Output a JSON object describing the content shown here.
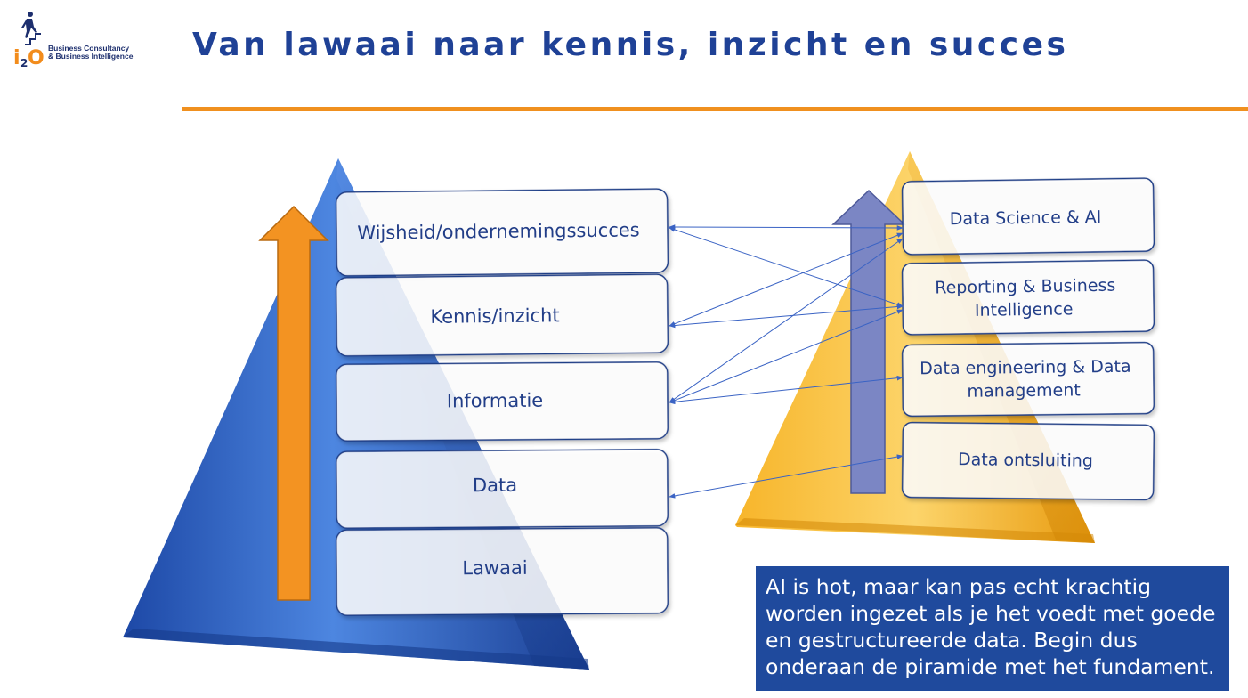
{
  "logo": {
    "mark": "i2O",
    "line1": "Business Consultancy",
    "line2": "& Business Intelligence"
  },
  "title": "Van lawaai naar kennis, inzicht en succes",
  "left_pyramid": {
    "levels": [
      "Wijsheid/ondernemingssucces",
      "Kennis/inzicht",
      "Informatie",
      "Data",
      "Lawaai"
    ]
  },
  "right_pyramid": {
    "levels": [
      {
        "lines": [
          "Data Science & AI"
        ]
      },
      {
        "lines": [
          "Reporting & Business",
          "Intelligence"
        ]
      },
      {
        "lines": [
          "Data engineering & Data",
          "management"
        ]
      },
      {
        "lines": [
          "Data ontsluiting"
        ]
      }
    ]
  },
  "note": "AI is hot, maar kan pas echt krachtig worden ingezet als je het voedt met goede en gestructureerde data. Begin dus onderaan de piramide met het fundament.",
  "colors": {
    "title": "#1f4196",
    "rule": "#f0901f",
    "left_pyramid": "#2f63c4",
    "right_pyramid": "#f3a614",
    "up_arrow_left": "#f39322",
    "up_arrow_right": "#7b86c4",
    "connector": "#3a63c4",
    "note_bg": "#1f4a9d"
  }
}
